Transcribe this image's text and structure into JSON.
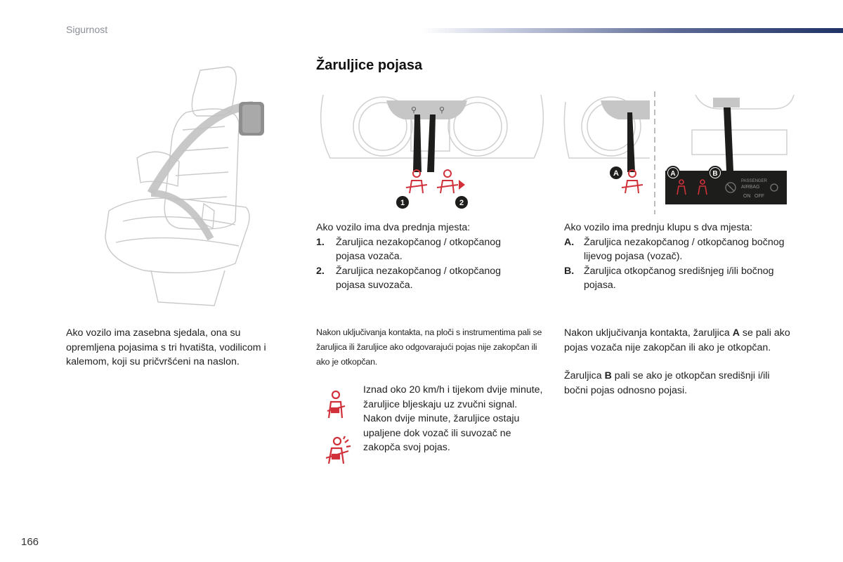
{
  "header": {
    "section": "Sigurnost"
  },
  "title": "Žaruljice pojasa",
  "page_number": "166",
  "left_text": "Ako vozilo ima zasebna sjedala, ona su opremljena pojasima s tri hvatišta, vodilicom i kalemom, koji su pričvršćeni na naslon.",
  "middle": {
    "intro": "Ako vozilo ima dva prednja mjesta:",
    "items": [
      {
        "num": "1.",
        "text": "Žaruljica nezakopčanog / otkopčanog pojasa vozača."
      },
      {
        "num": "2.",
        "text": "Žaruljica nezakopčanog / otkopčanog pojasa suvozača."
      }
    ],
    "note": "Nakon uključivanja kontakta, na ploči s instrumentima pali se žaruljica ili žaruljice ako odgovarajući pojas nije zakopčan ili ako je otkopčan.",
    "warning": "Iznad oko 20 km/h i tijekom dvije minute, žaruljice bljeskaju uz zvučni signal. Nakon dvije minute, žaruljice ostaju upaljene dok vozač ili suvozač ne zakopča svoj pojas.",
    "diagram_labels": [
      "1",
      "2"
    ]
  },
  "right": {
    "intro": "Ako vozilo ima prednju klupu s dva mjesta:",
    "items": [
      {
        "num": "A.",
        "text": "Žaruljica nezakopčanog / otkopčanog bočnog lijevog pojasa (vozač)."
      },
      {
        "num": "B.",
        "text": "Žaruljica otkopčanog središnjeg i/ili bočnog pojasa."
      }
    ],
    "para1_a": "Nakon uključivanja kontakta, žaruljica ",
    "para1_b": "A",
    "para1_c": " se pali ako pojas vozača nije zakopčan ili ako je otkopčan.",
    "para2_a": "Žaruljica ",
    "para2_b": "B",
    "para2_c": " pali se ako je otkopčan središnji i/ili bočni pojas odnosno pojasi.",
    "diagram_labels": [
      "A",
      "A",
      "B"
    ],
    "panel_text": [
      "PASSENGER",
      "AIRBAG",
      "ON",
      "OFF"
    ]
  },
  "colors": {
    "red": "#d0313a",
    "dark": "#1d1d1b",
    "gray_line": "#c8c8c8"
  }
}
